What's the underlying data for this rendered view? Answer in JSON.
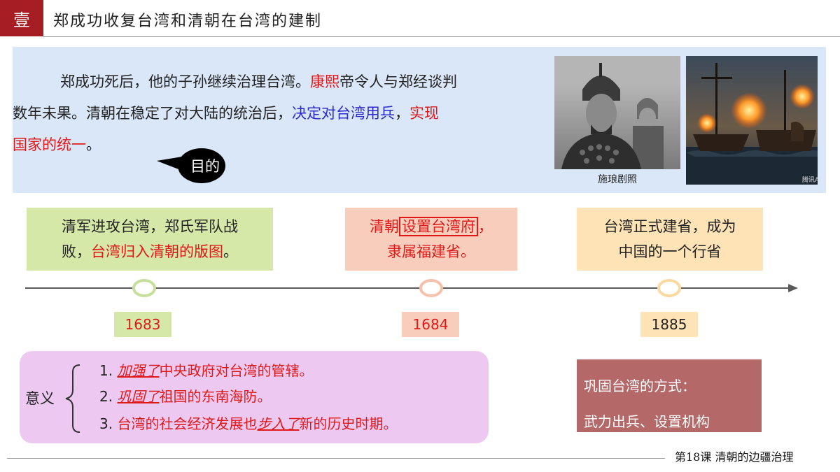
{
  "header": {
    "badge": "壹",
    "title": "郑成功收复台湾和清朝在台湾的建制"
  },
  "intro": {
    "line1_a": "郑成功死后，他的子孙继续治理台湾。",
    "line1_kangxi": "康熙",
    "line1_b": "帝令人与郑经谈判",
    "line2_a": "数年未果。清朝在稳定了对大陆的统治后，",
    "line2_blue": "决定对台湾用兵",
    "line2_comma": "，",
    "line2_red": "实现",
    "line3_red": "国家的统一",
    "line3_end": "。",
    "bubble_label": "目的"
  },
  "images": {
    "left_caption": "施琅剧照",
    "right_watermark": "腾讯AI"
  },
  "events": {
    "e1683": {
      "line1": "清军进攻台湾，郑氏军队战",
      "line2_a": "败，",
      "line2_red": "台湾归入清朝的版图",
      "line2_end": "。"
    },
    "e1684": {
      "line1_a": "清朝",
      "line1_boxed": "设置台湾府",
      "line1_end": "，",
      "line2": "隶属福建省。"
    },
    "e1885": {
      "line1": "台湾正式建省，成为",
      "line2": "中国的一个行省"
    }
  },
  "years": [
    "1683",
    "1684",
    "1885"
  ],
  "significance": {
    "label": "意义",
    "items": [
      {
        "num": "1.",
        "em": "加强了",
        "rest": "中央政府对台湾的管辖。"
      },
      {
        "num": "2.",
        "em": "巩固了",
        "rest": "祖国的东南海防。"
      },
      {
        "num": "3.",
        "pre": "台湾的社会经济发展也",
        "em": "步入了",
        "rest": "新的历史时期。"
      }
    ]
  },
  "consolidate": {
    "title": "巩固台湾的方式：",
    "body": "武力出兵、设置机构"
  },
  "footer": {
    "text": "第18课  清朝的边疆治理"
  },
  "colors": {
    "accent_red": "#a61d24",
    "text_red": "#e01818",
    "text_blue": "#2a2ad0",
    "intro_bg": "#d9e7f8",
    "event_green": "#d5e8a8",
    "event_peach": "#f9cdbb",
    "event_yellow": "#fde3b5",
    "significance_bg": "#edc9f2",
    "consolidate_bg": "#b46868"
  }
}
